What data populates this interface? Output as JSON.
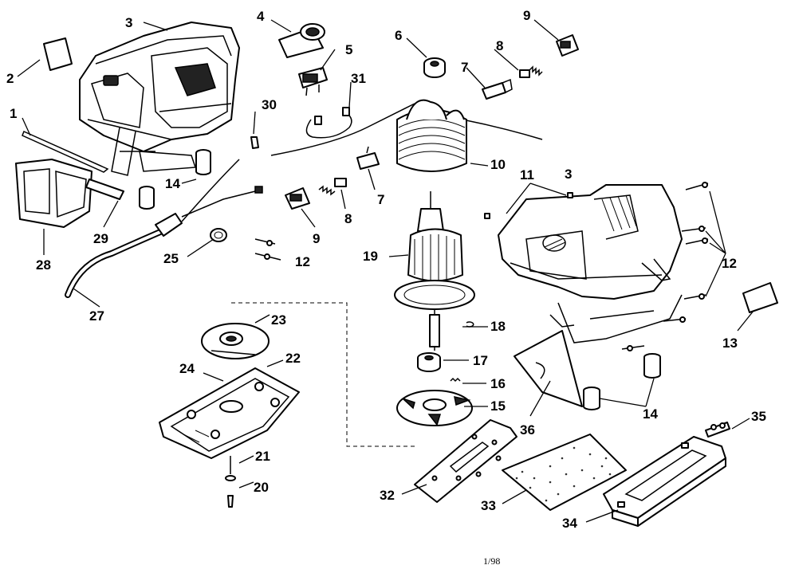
{
  "callouts": [
    {
      "id": "1",
      "label": "1"
    },
    {
      "id": "2",
      "label": "2"
    },
    {
      "id": "3a",
      "label": "3"
    },
    {
      "id": "3b",
      "label": "3"
    },
    {
      "id": "4",
      "label": "4"
    },
    {
      "id": "5",
      "label": "5"
    },
    {
      "id": "6",
      "label": "6"
    },
    {
      "id": "7a",
      "label": "7"
    },
    {
      "id": "7b",
      "label": "7"
    },
    {
      "id": "8a",
      "label": "8"
    },
    {
      "id": "8b",
      "label": "8"
    },
    {
      "id": "9a",
      "label": "9"
    },
    {
      "id": "9b",
      "label": "9"
    },
    {
      "id": "10",
      "label": "10"
    },
    {
      "id": "11",
      "label": "11"
    },
    {
      "id": "12a",
      "label": "12"
    },
    {
      "id": "12b",
      "label": "12"
    },
    {
      "id": "13",
      "label": "13"
    },
    {
      "id": "14a",
      "label": "14"
    },
    {
      "id": "14b",
      "label": "14"
    },
    {
      "id": "15",
      "label": "15"
    },
    {
      "id": "16",
      "label": "16"
    },
    {
      "id": "17",
      "label": "17"
    },
    {
      "id": "18",
      "label": "18"
    },
    {
      "id": "19",
      "label": "19"
    },
    {
      "id": "20",
      "label": "20"
    },
    {
      "id": "21",
      "label": "21"
    },
    {
      "id": "22",
      "label": "22"
    },
    {
      "id": "23",
      "label": "23"
    },
    {
      "id": "24",
      "label": "24"
    },
    {
      "id": "25",
      "label": "25"
    },
    {
      "id": "27",
      "label": "27"
    },
    {
      "id": "28",
      "label": "28"
    },
    {
      "id": "29",
      "label": "29"
    },
    {
      "id": "30",
      "label": "30"
    },
    {
      "id": "31",
      "label": "31"
    },
    {
      "id": "32",
      "label": "32"
    },
    {
      "id": "33",
      "label": "33"
    },
    {
      "id": "34",
      "label": "34"
    },
    {
      "id": "35",
      "label": "35"
    },
    {
      "id": "36",
      "label": "36"
    }
  ],
  "footer": {
    "page_code": "1/98"
  }
}
